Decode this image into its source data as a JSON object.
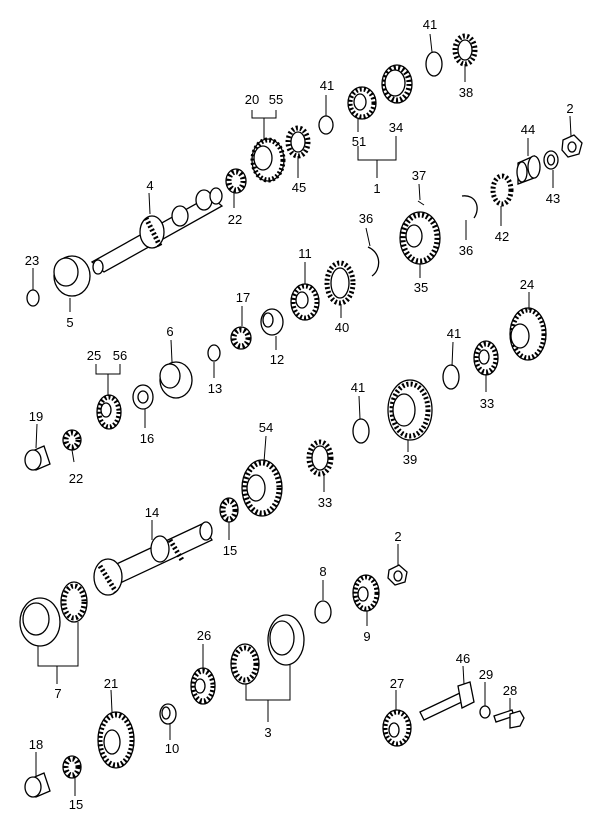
{
  "diagram": {
    "labels": {
      "p1": "1",
      "p2a": "2",
      "p2b": "2",
      "p3": "3",
      "p4": "4",
      "p5": "5",
      "p6": "6",
      "p7": "7",
      "p8": "8",
      "p9": "9",
      "p10": "10",
      "p11": "11",
      "p12": "12",
      "p13": "13",
      "p14": "14",
      "p15a": "15",
      "p15b": "15",
      "p16": "16",
      "p17": "17",
      "p18": "18",
      "p19": "19",
      "p20": "20",
      "p21": "21",
      "p22a": "22",
      "p22b": "22",
      "p23": "23",
      "p24": "24",
      "p25": "25",
      "p26": "26",
      "p27": "27",
      "p28": "28",
      "p29": "29",
      "p33a": "33",
      "p33b": "33",
      "p34": "34",
      "p35": "35",
      "p36a": "36",
      "p36b": "36",
      "p37": "37",
      "p38": "38",
      "p39": "39",
      "p40": "40",
      "p41a": "41",
      "p41b": "41",
      "p41c": "41",
      "p41d": "41",
      "p42": "42",
      "p43": "43",
      "p44": "44",
      "p45": "45",
      "p46": "46",
      "p51": "51",
      "p54": "54",
      "p55": "55",
      "p56": "56"
    }
  }
}
